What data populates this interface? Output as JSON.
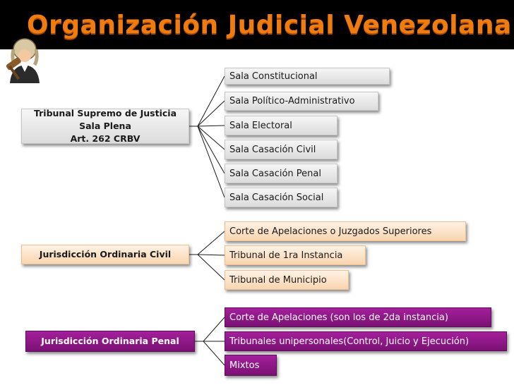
{
  "title": "Organización Judicial Venezolana",
  "logo_icon": "judge-gavel-icon",
  "groups": [
    {
      "head": [
        "Tribunal Supremo de Justicia",
        "Sala Plena",
        "Art. 262 CRBV"
      ],
      "color": "#e8e8e8",
      "items": [
        "Sala Constitucional",
        "Sala Político-Administrativo",
        "Sala Electoral",
        "Sala Casación Civil",
        "Sala Casación Penal",
        "Sala Casación Social"
      ]
    },
    {
      "head": [
        "Jurisdicción Ordinaria Civil"
      ],
      "color": "#f9d5b0",
      "items": [
        "Corte de Apelaciones o Juzgados Superiores",
        "Tribunal de 1ra Instancia",
        "Tribunal de Municipio"
      ]
    },
    {
      "head": [
        "Jurisdicción Ordinaria Penal"
      ],
      "color": "#8a1683",
      "items": [
        "Corte de Apelaciones (son los de 2da instancia)",
        "Tribunales unipersonales(Control, Juicio y Ejecución)",
        "Mixtos"
      ]
    }
  ]
}
